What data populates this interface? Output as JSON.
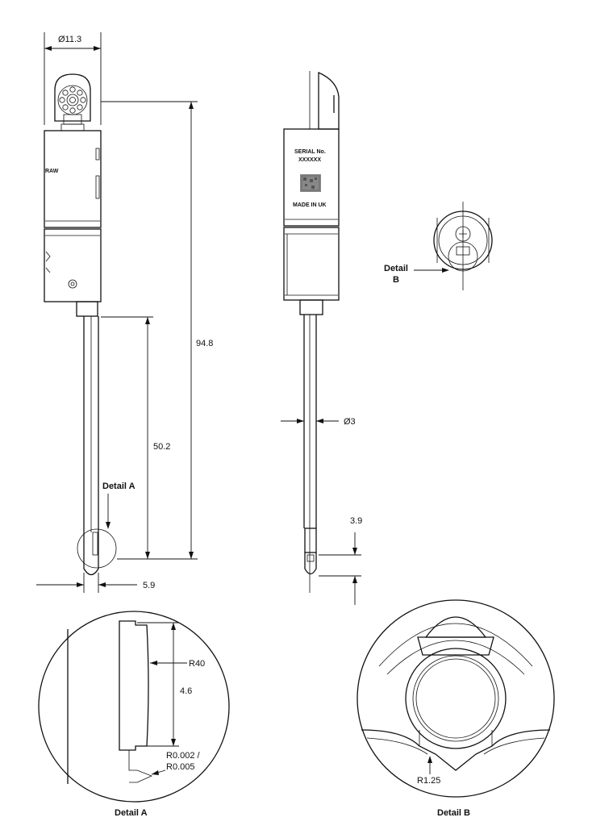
{
  "dimensions": {
    "body_diameter": "Ø11.3",
    "overall_length": "94.8",
    "stylus_length": "50.2",
    "stem_diameter": "Ø3",
    "offset": "5.9",
    "tip_length": "3.9",
    "radius_r40": "R40",
    "detail_a_length": "4.6",
    "edge_radius_1": "R0.002 /",
    "edge_radius_2": "R0.005",
    "tip_radius": "R1.25"
  },
  "labels": {
    "detail_a_callout": "Detail A",
    "detail_b_callout_1": "Detail",
    "detail_b_callout_2": "B",
    "detail_a_title": "Detail A",
    "detail_b_title": "Detail B"
  },
  "side_label": {
    "serial": "SERIAL No.",
    "serial_value": "XXXXXX",
    "origin": "MADE IN UK"
  }
}
